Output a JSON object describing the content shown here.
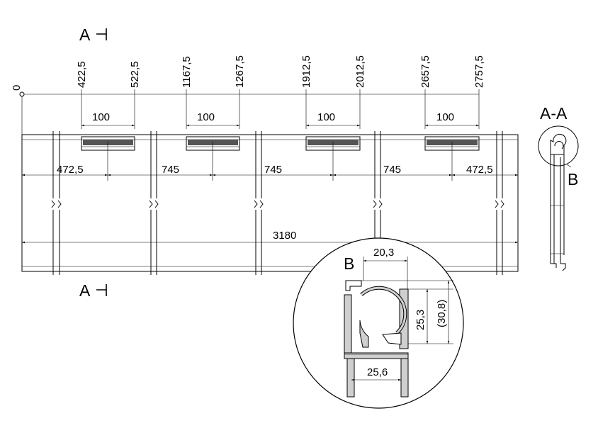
{
  "section": {
    "marker": "A",
    "title": "A-A"
  },
  "detail": {
    "label": "B"
  },
  "origin": "0",
  "positions": [
    "422,5",
    "522,5",
    "1167,5",
    "1267,5",
    "1912,5",
    "2012,5",
    "2657,5",
    "2757,5"
  ],
  "bracket_width": "100",
  "spacing": [
    "472,5",
    "745",
    "745",
    "745",
    "472,5"
  ],
  "overall_length": "3180",
  "profile_dims": {
    "top_width": "20,3",
    "height_inner": "25,3",
    "height_total": "(30,8)",
    "bottom_width": "25,6"
  }
}
